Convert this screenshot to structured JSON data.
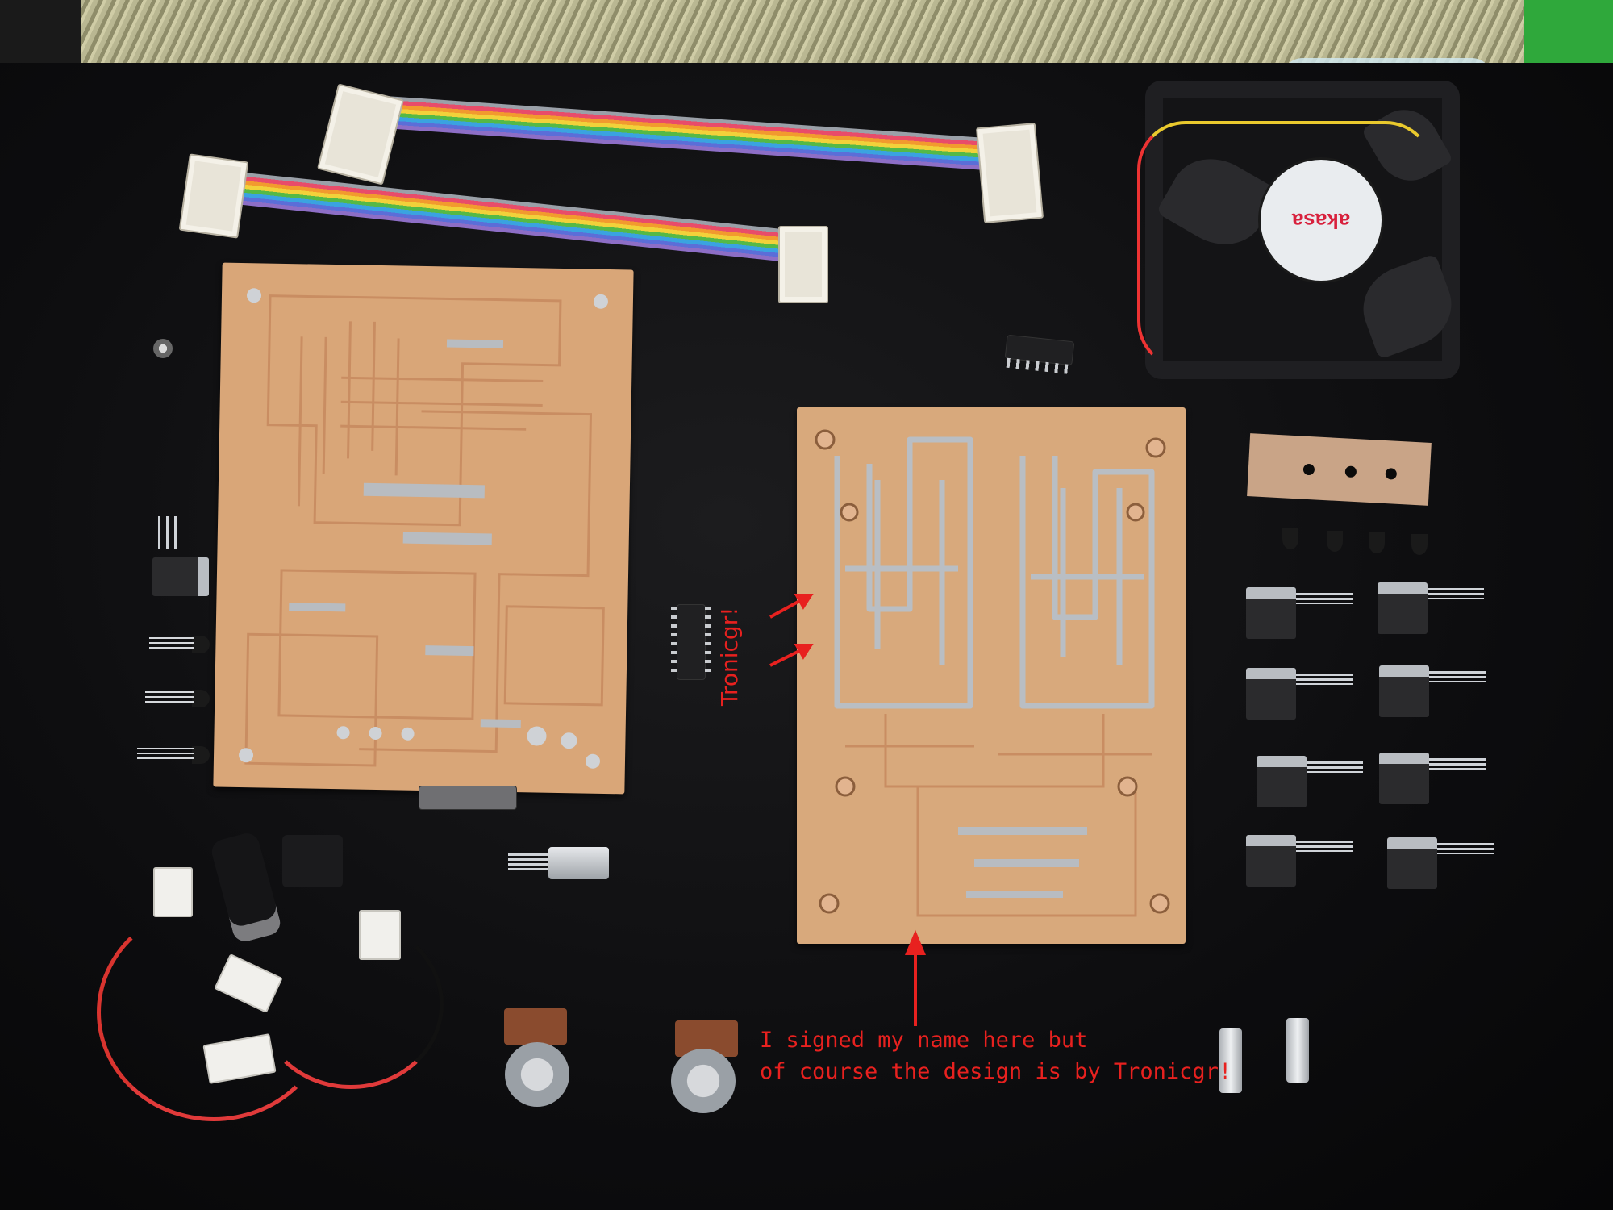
{
  "annotations": {
    "vertical_label": "Tronicgr!",
    "caption_line1": "I signed my name here but",
    "caption_line2": "of course the design is by Tronicgr!",
    "color": "#e8211f"
  },
  "fan": {
    "brand": "akasa"
  }
}
